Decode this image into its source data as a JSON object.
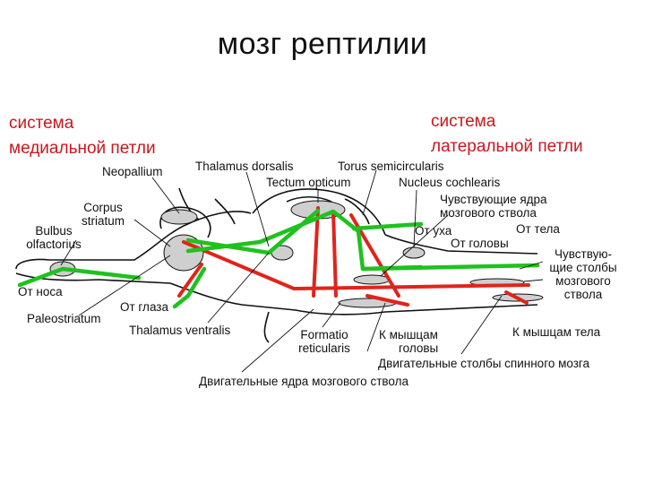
{
  "title": "мозг рептилии",
  "systems": {
    "medial": [
      "система",
      "медиальной петли"
    ],
    "lateral": [
      "система",
      "латеральной петли"
    ]
  },
  "labels": {
    "neopallium": "Neopallium",
    "thalamus_dorsalis": "Thalamus dorsalis",
    "torus": "Torus semicircularis",
    "tectum": "Tectum opticum",
    "nucleus_cochlearis": "Nucleus cochlearis",
    "corpus_striatum": [
      "Corpus",
      "striatum"
    ],
    "bulbus": [
      "Bulbus",
      "olfactorius"
    ],
    "sensory_nuclei": [
      "Чувствующие ядра",
      "мозгового ствола"
    ],
    "from_ear": "От уха",
    "from_body": "От тела",
    "from_head": "От головы",
    "sensory_columns": [
      "Чувствую-",
      "щие столбы",
      "мозгового",
      "ствола"
    ],
    "from_nose": "От носа",
    "from_eye": "От глаза",
    "paleostriatum": "Paleostriatum",
    "thalamus_ventralis": "Thalamus ventralis",
    "formatio": [
      "Formatio",
      "reticularis"
    ],
    "to_head_muscles": [
      "К мышцам",
      "головы"
    ],
    "to_body_muscles": "К мышцам тела",
    "motor_columns": "Двигательные столбы спинного мозга",
    "motor_nuclei": "Двигательные ядра мозгового ствола"
  },
  "colors": {
    "green_pathway": "#1ec21e",
    "red_pathway": "#e0241b",
    "outline": "#111111"
  }
}
